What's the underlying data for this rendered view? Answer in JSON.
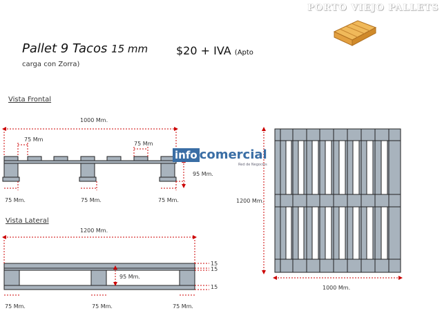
{
  "header": {
    "brand": "PORTO VIEJO PALLETS",
    "title_main": "Pallet 9 Tacos",
    "title_size": "15 mm",
    "price": "$20 + IVA",
    "price_note_open": "(Apto",
    "price_note_rest": "carga con Zorra)"
  },
  "watermark": {
    "box_text": "info",
    "word": "comercial",
    "sub": "Red de Negocios"
  },
  "front": {
    "section_label": "Vista Frontal",
    "width_label": "1000 Mm.",
    "gap_label_left": "75 Mm",
    "gap_label_right": "75 Mm",
    "height_label": "95 Mm.",
    "block_labels": [
      "75 Mm.",
      "75 Mm.",
      "75 Mm."
    ]
  },
  "lateral": {
    "section_label": "Vista Lateral",
    "length_label": "1200 Mm.",
    "height_label": "95 Mm.",
    "board_labels": [
      "15",
      "15",
      "15"
    ],
    "block_labels": [
      "75 Mm.",
      "75 Mm.",
      "75 Mm."
    ]
  },
  "top": {
    "length_label": "1200 Mm.",
    "width_label": "1000 Mm."
  },
  "colors": {
    "pallet_fill": "#a8b3bd",
    "pallet_stroke": "#222222",
    "dimension": "#cc0000"
  }
}
